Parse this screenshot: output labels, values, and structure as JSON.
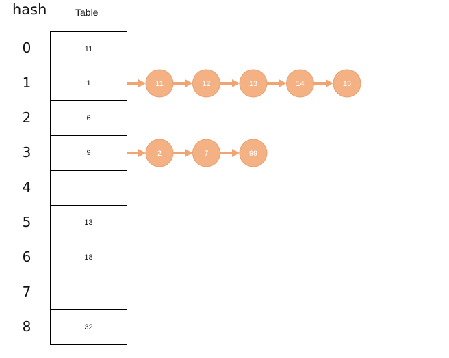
{
  "headings": {
    "hash": "hash",
    "table": "Table"
  },
  "rows": [
    {
      "index": "0",
      "value": "11"
    },
    {
      "index": "1",
      "value": "1"
    },
    {
      "index": "2",
      "value": "6"
    },
    {
      "index": "3",
      "value": "9"
    },
    {
      "index": "4",
      "value": ""
    },
    {
      "index": "5",
      "value": "13"
    },
    {
      "index": "6",
      "value": "18"
    },
    {
      "index": "7",
      "value": ""
    },
    {
      "index": "8",
      "value": "32"
    }
  ],
  "chains": [
    {
      "row": 1,
      "nodes": [
        "11",
        "12",
        "13",
        "14",
        "15"
      ]
    },
    {
      "row": 3,
      "nodes": [
        "2",
        "7",
        "99"
      ]
    }
  ],
  "colors": {
    "node_fill": "#f4b183",
    "node_stroke": "#e8a070",
    "arrow": "#f0a472",
    "border": "#000000"
  }
}
